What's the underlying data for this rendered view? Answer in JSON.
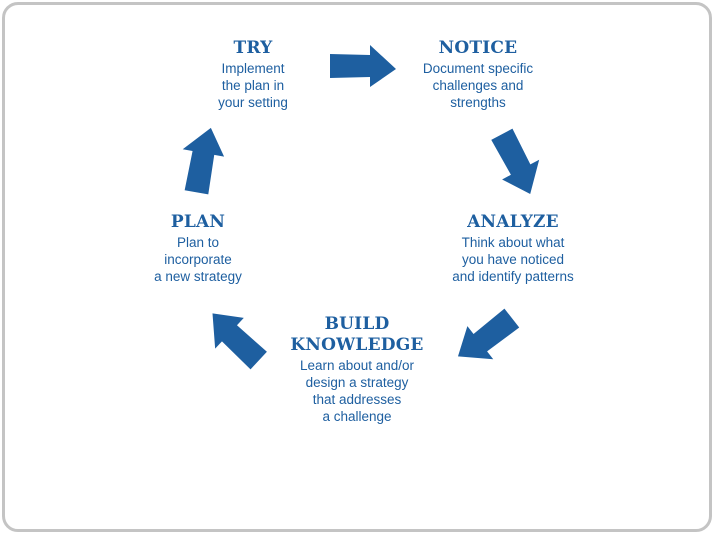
{
  "cycle": {
    "steps": [
      {
        "key": "try",
        "title": "TRY",
        "desc": "Implement\nthe plan in\nyour setting"
      },
      {
        "key": "notice",
        "title": "NOTICE",
        "desc": "Document specific\nchallenges and\nstrengths"
      },
      {
        "key": "analyze",
        "title": "ANALYZE",
        "desc": "Think about what\nyou have noticed\nand identify patterns"
      },
      {
        "key": "build",
        "title": "BUILD\nKNOWLEDGE",
        "desc": "Learn about and/or\ndesign a strategy\nthat addresses\na challenge"
      },
      {
        "key": "plan",
        "title": "PLAN",
        "desc": "Plan to\nincorporate\na new strategy"
      }
    ],
    "arrow_color": "#1e5fa0",
    "text_color": "#1e5fa0"
  }
}
